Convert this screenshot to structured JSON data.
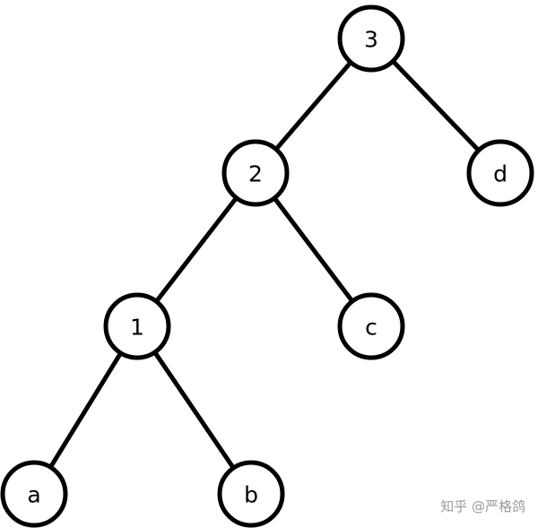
{
  "tree": {
    "nodes": [
      {
        "id": "n3",
        "label": "3"
      },
      {
        "id": "n2",
        "label": "2"
      },
      {
        "id": "nd",
        "label": "d"
      },
      {
        "id": "n1",
        "label": "1"
      },
      {
        "id": "nc",
        "label": "c"
      },
      {
        "id": "na",
        "label": "a"
      },
      {
        "id": "nb",
        "label": "b"
      }
    ],
    "edges": [
      {
        "from": "n3",
        "to": "n2"
      },
      {
        "from": "n3",
        "to": "nd"
      },
      {
        "from": "n2",
        "to": "n1"
      },
      {
        "from": "n2",
        "to": "nc"
      },
      {
        "from": "n1",
        "to": "na"
      },
      {
        "from": "n1",
        "to": "nb"
      }
    ]
  },
  "watermark": {
    "text": "知乎 @严格鸽"
  },
  "colors": {
    "stroke": "#000000",
    "fill": "#ffffff",
    "watermark": "#9a9a9a"
  }
}
